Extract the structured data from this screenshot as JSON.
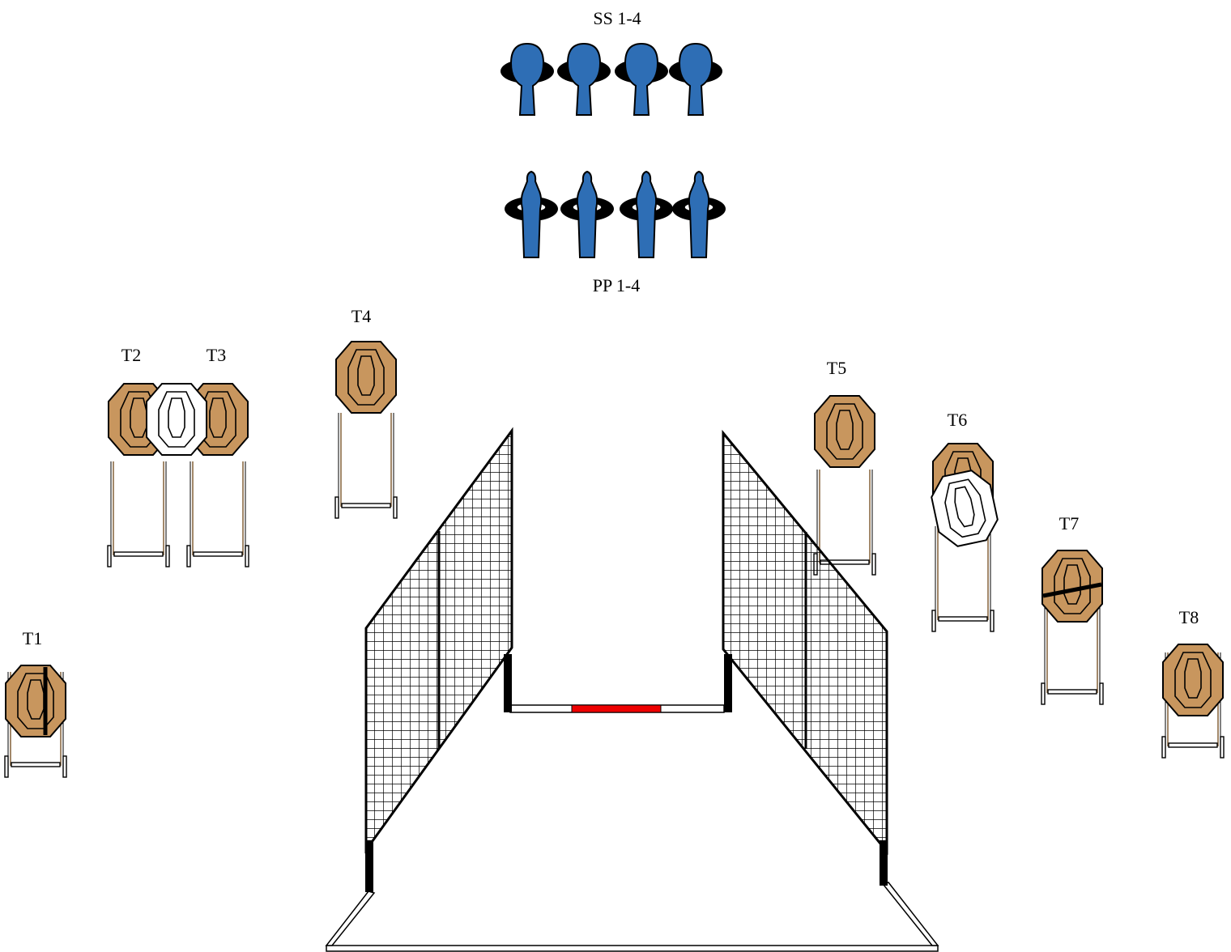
{
  "labels": {
    "steel_top": "SS 1-4",
    "steel_bottom": "PP 1-4",
    "t1": "T1",
    "t2": "T2",
    "t3": "T3",
    "t4": "T4",
    "t5": "T5",
    "t6": "T6",
    "t7": "T7",
    "t8": "T8"
  },
  "colors": {
    "target_brown": "#c8965e",
    "no_shoot_white": "#ffffff",
    "steel_blue": "#2e6eb5",
    "fault_line_red": "#ee0000",
    "stand_wood": "#8b6a45"
  }
}
